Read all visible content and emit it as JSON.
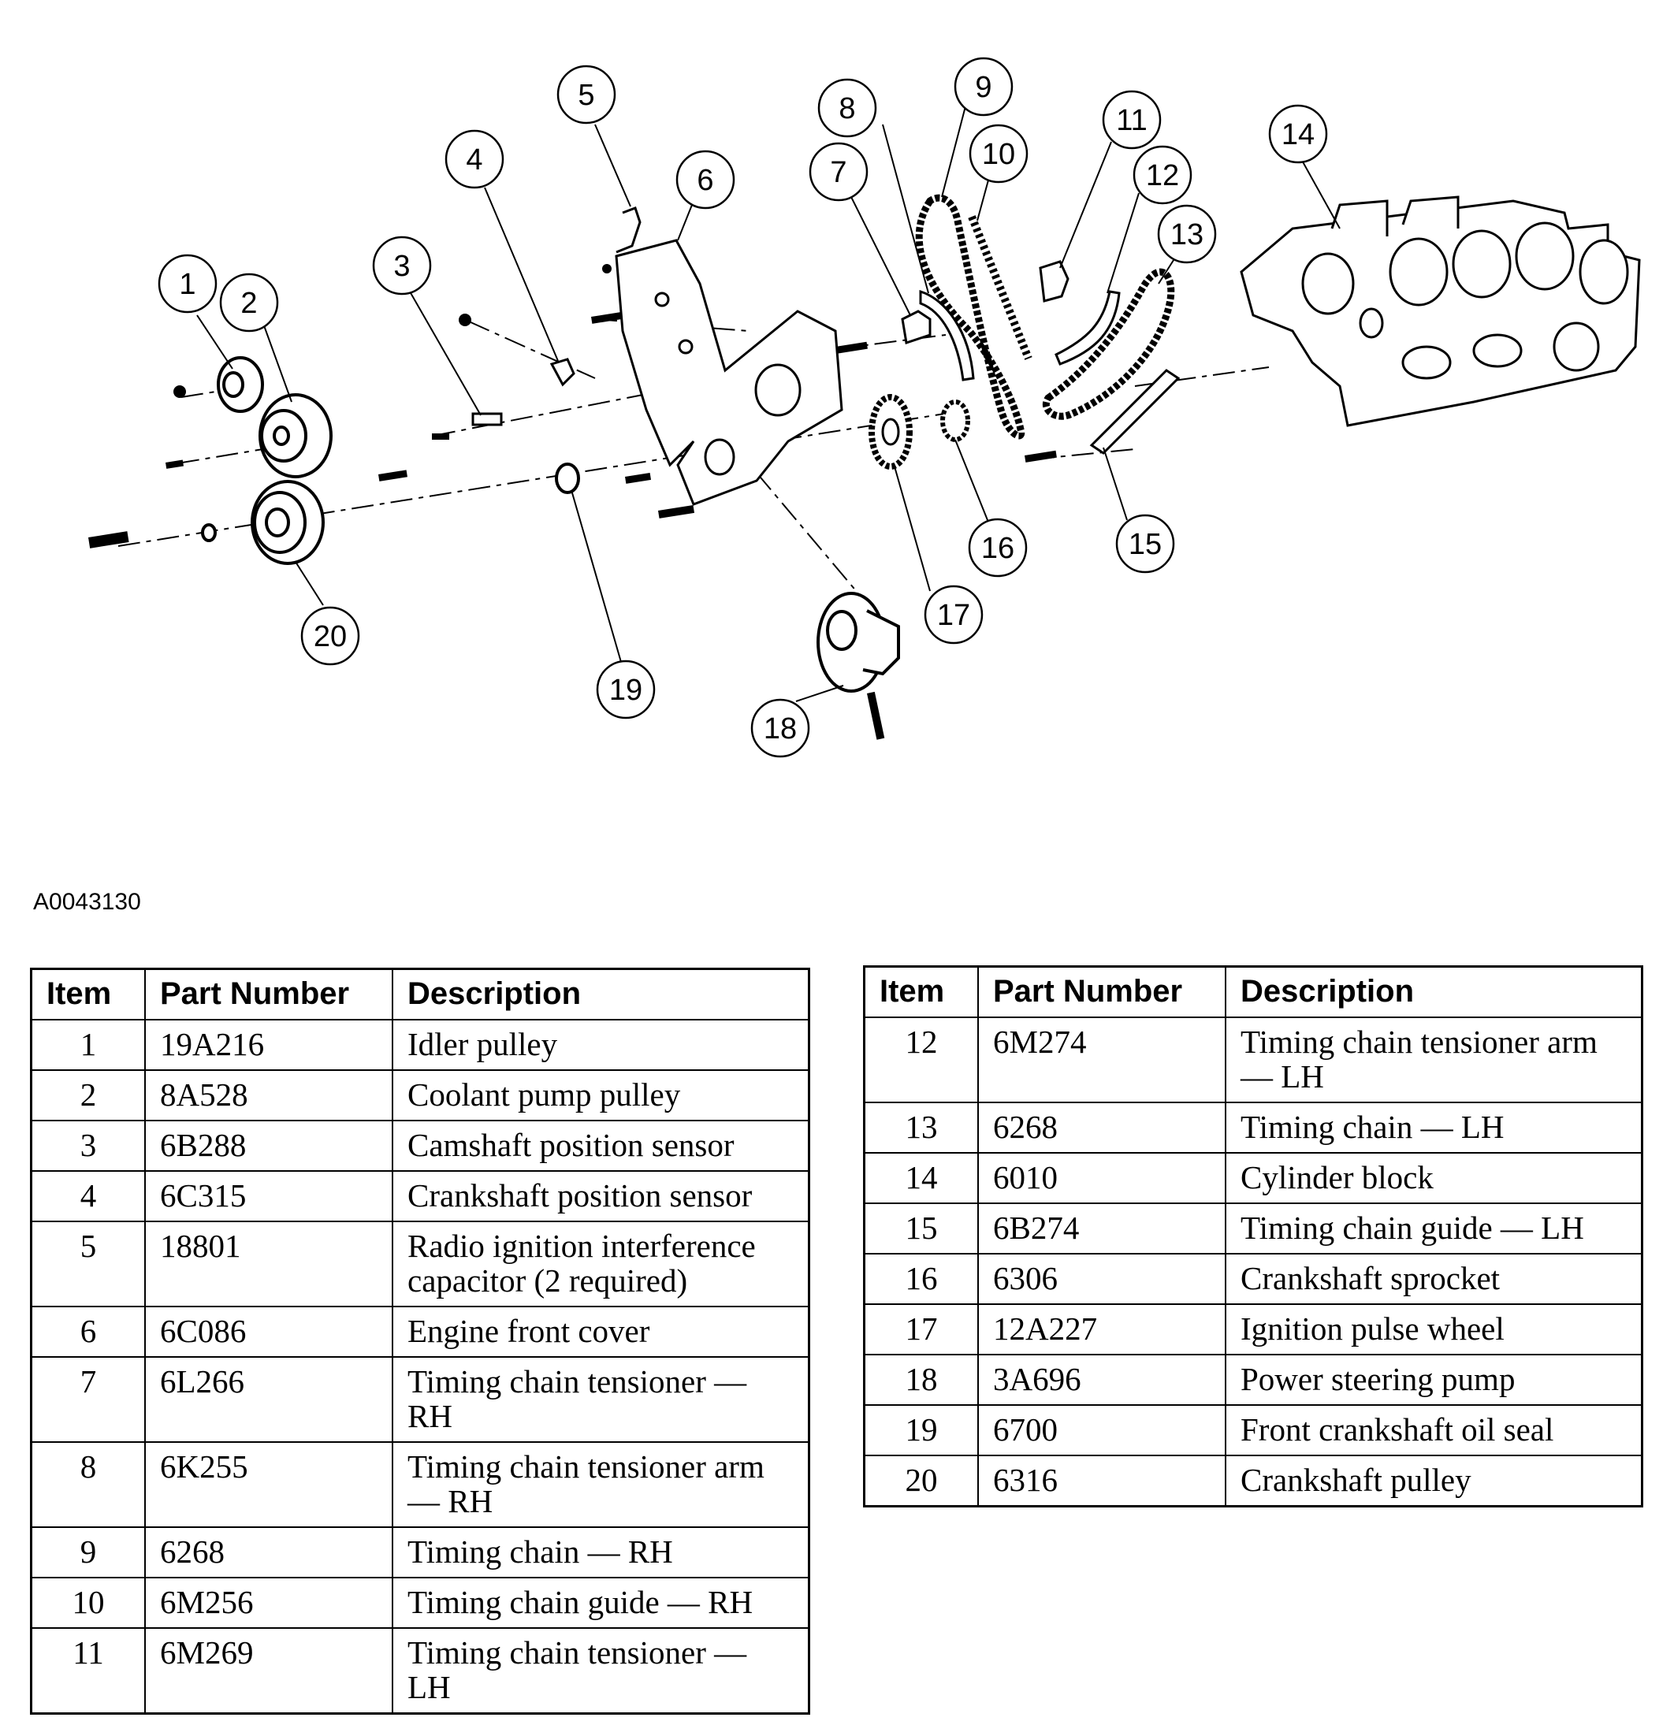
{
  "figure_id": "A0043130",
  "callouts": [
    "1",
    "2",
    "3",
    "4",
    "5",
    "6",
    "7",
    "8",
    "9",
    "10",
    "11",
    "12",
    "13",
    "14",
    "15",
    "16",
    "17",
    "18",
    "19",
    "20"
  ],
  "table_headers": {
    "item": "Item",
    "part_number": "Part Number",
    "description": "Description"
  },
  "parts_left": [
    {
      "item": "1",
      "part": "19A216",
      "desc": "Idler pulley"
    },
    {
      "item": "2",
      "part": "8A528",
      "desc": "Coolant pump pulley"
    },
    {
      "item": "3",
      "part": "6B288",
      "desc": "Camshaft position sensor"
    },
    {
      "item": "4",
      "part": "6C315",
      "desc": "Crankshaft position sensor"
    },
    {
      "item": "5",
      "part": "18801",
      "desc": "Radio ignition interference capacitor (2 required)"
    },
    {
      "item": "6",
      "part": "6C086",
      "desc": "Engine front cover"
    },
    {
      "item": "7",
      "part": "6L266",
      "desc": "Timing chain tensioner — RH"
    },
    {
      "item": "8",
      "part": "6K255",
      "desc": "Timing chain tensioner arm — RH"
    },
    {
      "item": "9",
      "part": "6268",
      "desc": "Timing chain — RH"
    },
    {
      "item": "10",
      "part": "6M256",
      "desc": "Timing chain guide — RH"
    },
    {
      "item": "11",
      "part": "6M269",
      "desc": "Timing chain tensioner — LH"
    }
  ],
  "parts_right": [
    {
      "item": "12",
      "part": "6M274",
      "desc": "Timing chain tensioner arm — LH"
    },
    {
      "item": "13",
      "part": "6268",
      "desc": "Timing chain — LH"
    },
    {
      "item": "14",
      "part": "6010",
      "desc": "Cylinder block"
    },
    {
      "item": "15",
      "part": "6B274",
      "desc": "Timing chain guide — LH"
    },
    {
      "item": "16",
      "part": "6306",
      "desc": "Crankshaft sprocket"
    },
    {
      "item": "17",
      "part": "12A227",
      "desc": "Ignition pulse wheel"
    },
    {
      "item": "18",
      "part": "3A696",
      "desc": "Power steering pump"
    },
    {
      "item": "19",
      "part": "6700",
      "desc": "Front crankshaft oil seal"
    },
    {
      "item": "20",
      "part": "6316",
      "desc": "Crankshaft pulley"
    }
  ]
}
